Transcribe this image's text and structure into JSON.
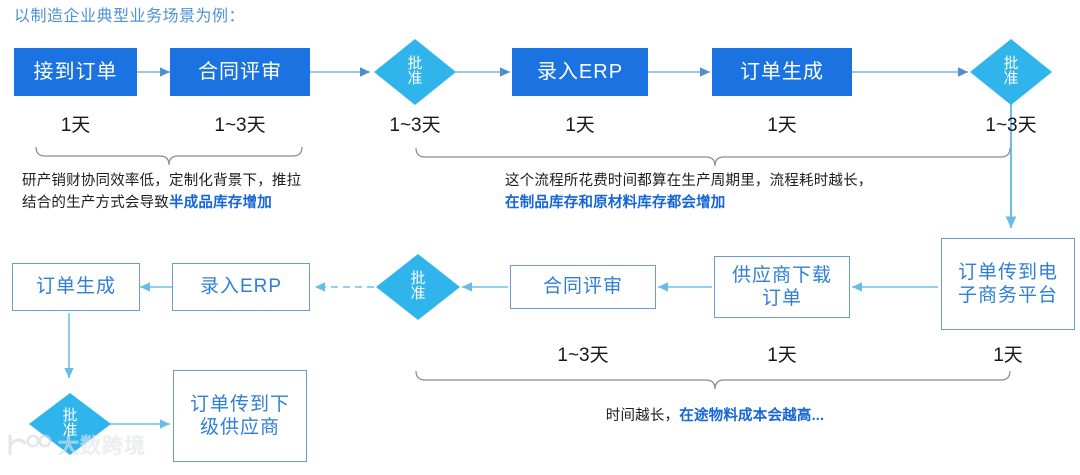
{
  "title": "以制造企业典型业务场景为例：",
  "colors": {
    "solid_box": "#1a73e0",
    "diamond": "#2fb4ec",
    "outline_box_border": "#6b9bd2",
    "outline_box_text": "#2f7fd6",
    "arrow": "#6ec1e8",
    "arrow_dark": "#7fb3de",
    "brace": "#8a8a8a",
    "highlight_text": "#1565d8",
    "title_text": "#4e92d4"
  },
  "row1": {
    "nodes": [
      {
        "label": "接到订单",
        "shape": "rect",
        "day": "1天"
      },
      {
        "label": "合同评审",
        "shape": "rect",
        "day": "1~3天"
      },
      {
        "label": "批准",
        "shape": "diamond",
        "day": "1~3天"
      },
      {
        "label": "录入ERP",
        "shape": "rect",
        "day": "1天"
      },
      {
        "label": "订单生成",
        "shape": "rect",
        "day": "1天"
      },
      {
        "label": "批准",
        "shape": "diamond",
        "day": "1~3天"
      }
    ]
  },
  "row2": {
    "nodes": [
      {
        "label": "订单生成",
        "shape": "rect",
        "day": ""
      },
      {
        "label": "录入ERP",
        "shape": "rect",
        "day": ""
      },
      {
        "label": "批准",
        "shape": "diamond",
        "day": ""
      },
      {
        "label": "合同评审",
        "shape": "rect",
        "day": "1~3天"
      },
      {
        "label": "供应商下载订单",
        "shape": "rect",
        "day": "1天"
      },
      {
        "label": "订单传到电子商务平台",
        "shape": "rect",
        "day": "1天"
      }
    ]
  },
  "row3": {
    "nodes": [
      {
        "label": "批准",
        "shape": "diamond"
      },
      {
        "label": "订单传到下级供应商",
        "shape": "rect"
      }
    ]
  },
  "notes": {
    "note1": {
      "line1": "研产销财协同效率低，定制化背景下，推拉",
      "line2_plain": "结合的生产方式会导致",
      "line2_highlight": "半成品库存增加"
    },
    "note2": {
      "line1": "这个流程所花费时间都算在生产周期里，流程耗时越长，",
      "line2_highlight": "在制品库存和原材料库存都会增加"
    },
    "note3": {
      "plain": "时间越长，",
      "highlight": "在途物料成本会越高",
      "tail": "..."
    }
  },
  "watermark": {
    "text": "大数跨境"
  }
}
